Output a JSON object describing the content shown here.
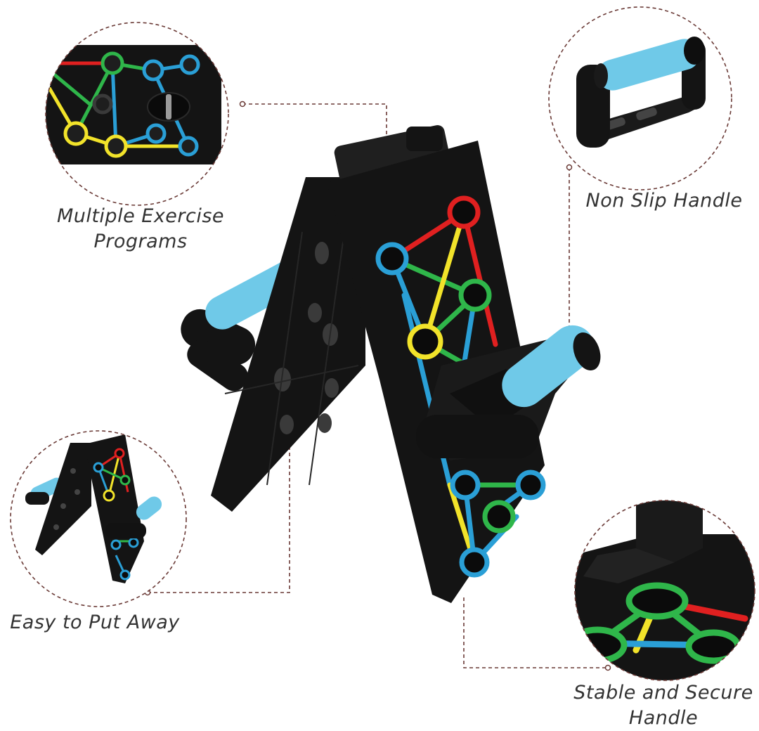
{
  "captions": {
    "programs_line1": "Multiple Exercise",
    "programs_line2": "Programs",
    "handle": "Non Slip Handle",
    "away": "Easy to Put Away",
    "stable_line1": "Stable and Secure",
    "stable_line2": "Handle"
  },
  "colors": {
    "board": "#141414",
    "handle_foam": "#6fc9e8",
    "red": "#e02020",
    "yellow": "#f2e32a",
    "green": "#2fb64a",
    "blue": "#2a9fd6",
    "leader": "#6a3a36"
  }
}
